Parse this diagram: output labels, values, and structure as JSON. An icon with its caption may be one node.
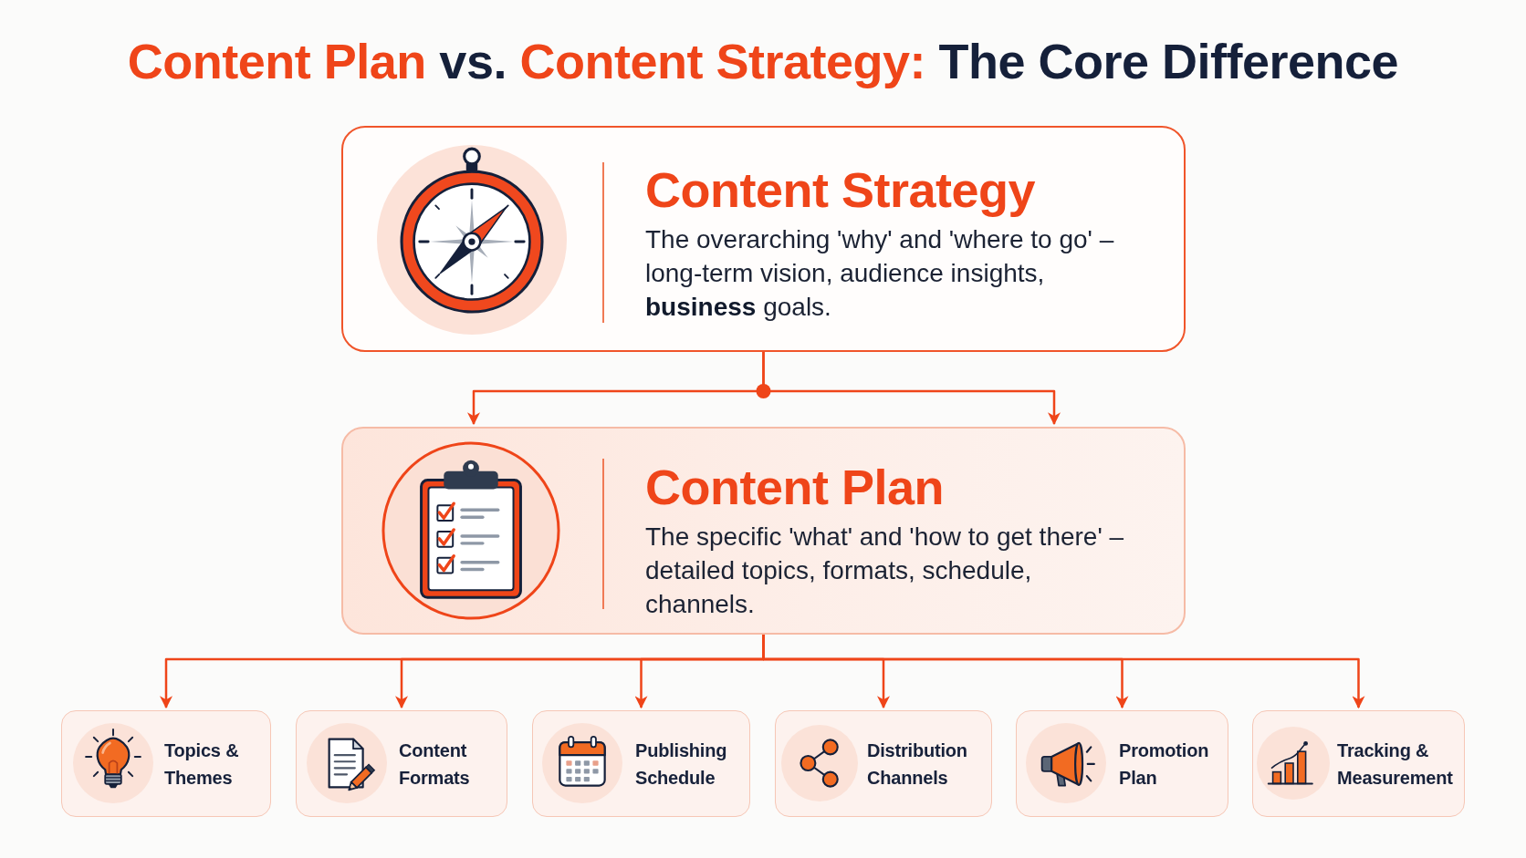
{
  "diagram": {
    "title": "Content Plan vs. Content Strategy: The Core Difference",
    "nodes": [
      {
        "text": [
          "Content Strategy",
          "The overarching 'why' and 'where to go' – long-term vision, audience insights, **business** goals."
        ]
      },
      {
        "text": [
          "Content Plan",
          "The specific 'what' and 'how to get there' – detailed topics, formats, schedule, channels."
        ]
      },
      {
        "text": [
          "Topics & Themes"
        ]
      },
      {
        "text": [
          "Content Formats"
        ]
      },
      {
        "text": [
          "Publishing Schedule"
        ]
      },
      {
        "text": [
          "Distribution Channels"
        ]
      },
      {
        "text": [
          "Promotion Plan"
        ]
      },
      {
        "text": [
          "Tracking & Measurement"
        ]
      }
    ],
    "edges": [
      {
        "from": 0,
        "to": 1,
        "arrow": "to"
      },
      {
        "from": 0,
        "to": 1,
        "arrow": "to"
      },
      {
        "from": 1,
        "to": 2,
        "arrow": "to"
      },
      {
        "from": 1,
        "to": 3,
        "arrow": "to"
      },
      {
        "from": 1,
        "to": 4,
        "arrow": "to"
      },
      {
        "from": 1,
        "to": 5,
        "arrow": "to"
      },
      {
        "from": 1,
        "to": 6,
        "arrow": "to"
      },
      {
        "from": 1,
        "to": 7,
        "arrow": "to"
      }
    ]
  }
}
